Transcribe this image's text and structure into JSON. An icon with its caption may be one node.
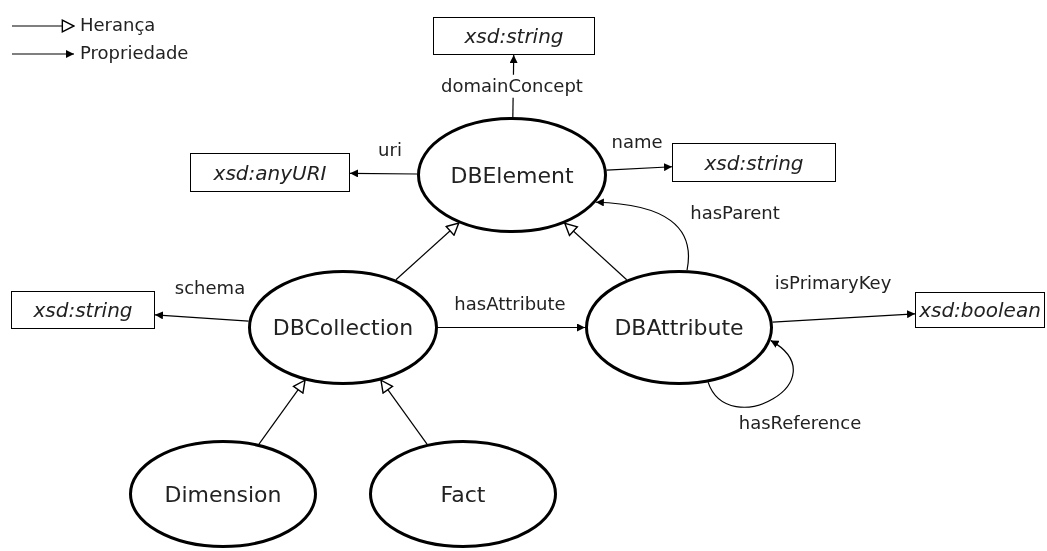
{
  "diagram": {
    "nodes": [
      {
        "text": [
          "xsd:string"
        ]
      },
      {
        "text": [
          "DBElement"
        ]
      },
      {
        "text": [
          "xsd:anyURI"
        ]
      },
      {
        "text": [
          "xsd:string"
        ]
      },
      {
        "text": [
          "xsd:string"
        ]
      },
      {
        "text": [
          "DBCollection"
        ]
      },
      {
        "text": [
          "DBAttribute"
        ]
      },
      {
        "text": [
          "xsd:boolean"
        ]
      },
      {
        "text": [
          "Dimension"
        ]
      },
      {
        "text": [
          "Fact"
        ]
      }
    ],
    "edges": [
      {
        "from": 1,
        "to": 0,
        "arrow": "to",
        "label": "domainConcept"
      },
      {
        "from": 1,
        "to": 2,
        "arrow": "to",
        "label": "uri"
      },
      {
        "from": 1,
        "to": 3,
        "arrow": "to",
        "label": "name"
      },
      {
        "from": 5,
        "to": 1,
        "arrow": "to"
      },
      {
        "from": 6,
        "to": 1,
        "arrow": "to"
      },
      {
        "from": 6,
        "to": 1,
        "arrow": "to",
        "label": "hasParent"
      },
      {
        "from": 5,
        "to": 4,
        "arrow": "to",
        "label": "schema"
      },
      {
        "from": 5,
        "to": 6,
        "arrow": "to",
        "label": "hasAttribute"
      },
      {
        "from": 6,
        "to": 7,
        "arrow": "to",
        "label": "isPrimaryKey"
      },
      {
        "from": 6,
        "to": 6,
        "arrow": "to",
        "label": "hasReference"
      },
      {
        "from": 8,
        "to": 5,
        "arrow": "to"
      },
      {
        "from": 9,
        "to": 5,
        "arrow": "to"
      }
    ],
    "legend": [
      {
        "text": "Herança"
      },
      {
        "text": "Propriedade"
      }
    ]
  }
}
